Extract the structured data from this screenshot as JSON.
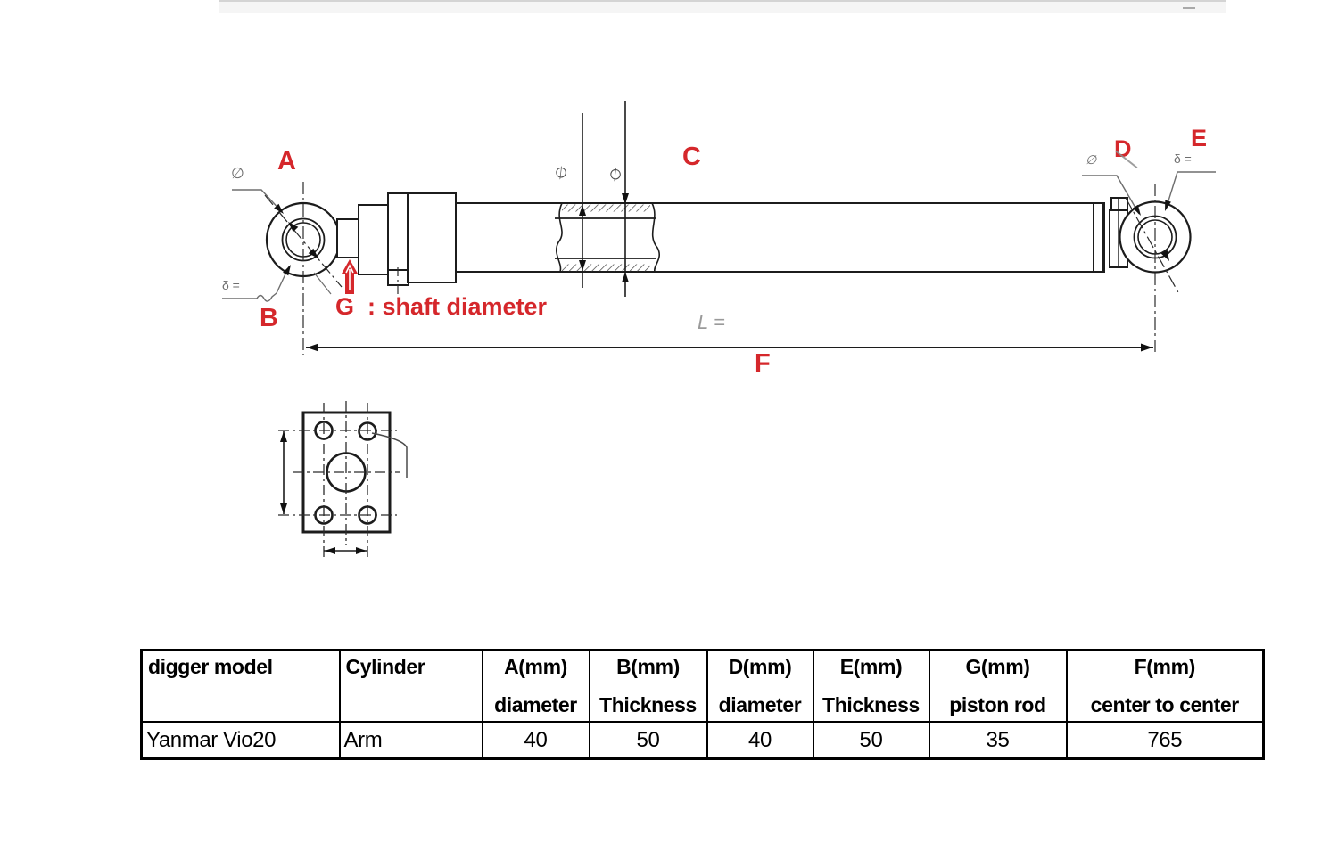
{
  "colors": {
    "accent_red": "#d5272b",
    "line_dark": "#1c1c1c",
    "line_gray": "#6e6e6e",
    "dim_gray": "#9a9a9a"
  },
  "diagram": {
    "labels": {
      "a": "A",
      "b": "B",
      "c": "C",
      "d": "D",
      "e": "E",
      "f": "F"
    },
    "note_g": "G  : shaft diameter",
    "symbols": {
      "phi": "∅",
      "delta": "δ =",
      "length": "L ="
    }
  },
  "table": {
    "columns": [
      {
        "line1": "digger model",
        "line2": ""
      },
      {
        "line1": "Cylinder",
        "line2": ""
      },
      {
        "line1": "A(mm)",
        "line2": "diameter"
      },
      {
        "line1": "B(mm)",
        "line2": "Thickness"
      },
      {
        "line1": "D(mm)",
        "line2": "diameter"
      },
      {
        "line1": "E(mm)",
        "line2": "Thickness"
      },
      {
        "line1": "G(mm)",
        "line2": "piston rod"
      },
      {
        "line1": "F(mm)",
        "line2": "center to center"
      }
    ],
    "rows": [
      {
        "digger_model": "Yanmar Vio20",
        "cylinder": "Arm",
        "a": "40",
        "b": "50",
        "d": "40",
        "e": "50",
        "g": "35",
        "f": "765"
      }
    ]
  }
}
